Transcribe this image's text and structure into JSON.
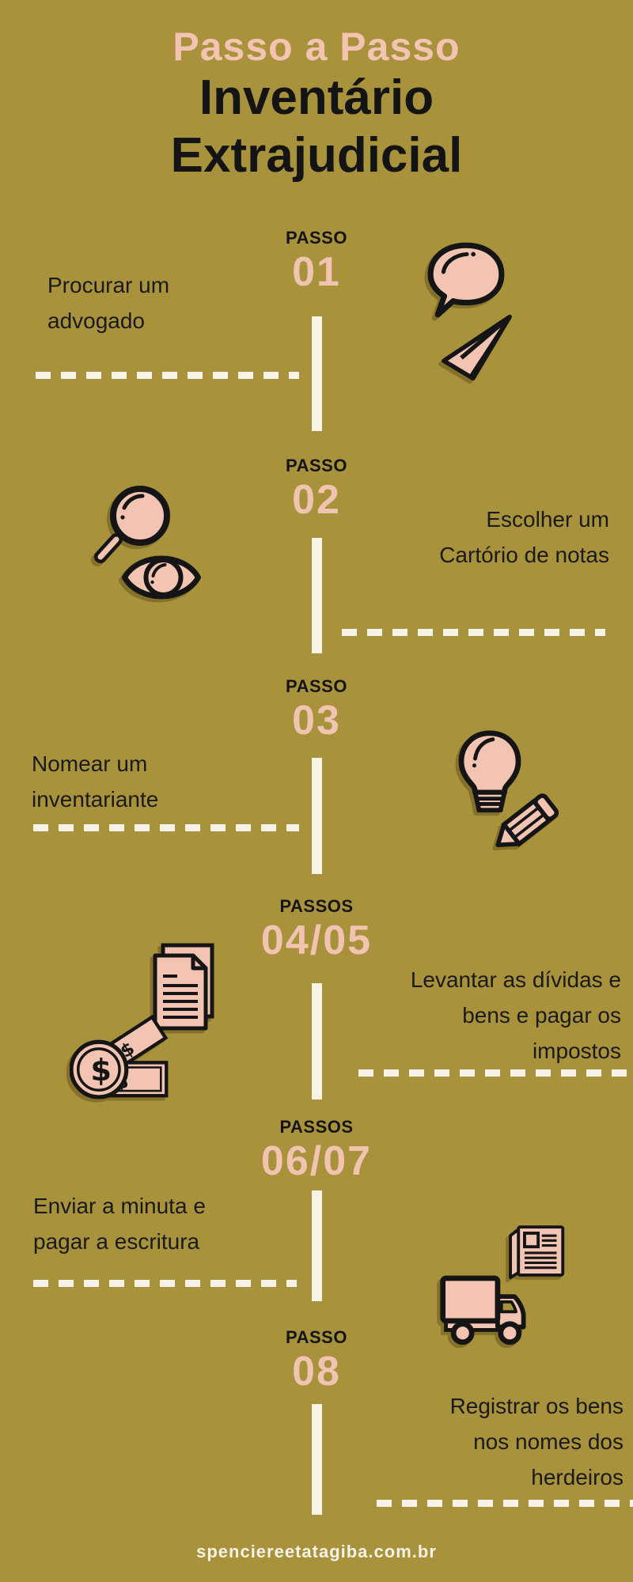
{
  "page": {
    "background_color": "#a8923c",
    "accent_pink": "#f0c4b1",
    "cream": "#f8f3e8",
    "text_black": "#151515"
  },
  "header": {
    "subtitle": "Passo a Passo",
    "title_line1": "Inventário",
    "title_line2": "Extrajudicial"
  },
  "steps": [
    {
      "label": "PASSO",
      "number": "01",
      "text": "Procurar um advogado",
      "text_side": "left",
      "icons": [
        "speech-bubble-icon",
        "paper-plane-icon"
      ]
    },
    {
      "label": "PASSO",
      "number": "02",
      "text": "Escolher um Cartório de notas",
      "text_side": "right",
      "icons": [
        "magnifier-icon",
        "eye-icon"
      ]
    },
    {
      "label": "PASSO",
      "number": "03",
      "text": "Nomear um inventariante",
      "text_side": "left",
      "icons": [
        "lightbulb-icon",
        "pencil-icon"
      ]
    },
    {
      "label": "PASSOS",
      "number": "04/05",
      "text": "Levantar as dívidas e bens e pagar os impostos",
      "text_side": "right",
      "icons": [
        "documents-icon",
        "money-icon"
      ]
    },
    {
      "label": "PASSOS",
      "number": "06/07",
      "text": "Enviar a minuta e pagar a escritura",
      "text_side": "left",
      "icons": [
        "newspaper-icon",
        "truck-icon"
      ]
    },
    {
      "label": "PASSO",
      "number": "08",
      "text": "Registrar os bens nos nomes dos herdeiros",
      "text_side": "right",
      "icons": []
    }
  ],
  "footer": {
    "website": "spenciereetatagiba.com.br"
  }
}
